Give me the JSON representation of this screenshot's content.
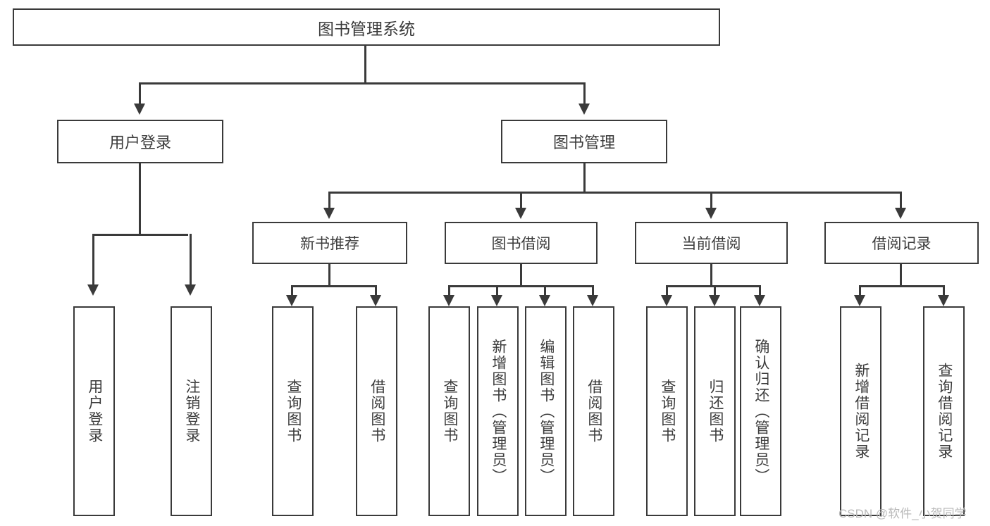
{
  "diagram": {
    "title_node": {
      "label": "图书管理系统"
    },
    "level2": [
      {
        "label": "用户登录"
      },
      {
        "label": "图书管理"
      }
    ],
    "level3": [
      {
        "label": "新书推荐"
      },
      {
        "label": "图书借阅"
      },
      {
        "label": "当前借阅"
      },
      {
        "label": "借阅记录"
      }
    ],
    "leaves": {
      "user_login": [
        {
          "label": "用户登录"
        },
        {
          "label": "注销登录"
        }
      ],
      "new_book_recommend": [
        {
          "label": "查询图书"
        },
        {
          "label": "借阅图书"
        }
      ],
      "book_borrow": [
        {
          "label": "查询图书"
        },
        {
          "label": "新增图书（管理员）"
        },
        {
          "label": "编辑图书（管理员）"
        },
        {
          "label": "借阅图书"
        }
      ],
      "current_borrow": [
        {
          "label": "查询图书"
        },
        {
          "label": "归还图书"
        },
        {
          "label": "确认归还（管理员）"
        }
      ],
      "borrow_record": [
        {
          "label": "新增借阅记录"
        },
        {
          "label": "查询借阅记录"
        }
      ]
    }
  },
  "watermark": {
    "text": "CSDN @软件_小贺同学"
  },
  "colors": {
    "stroke": "#3a3a3a",
    "text": "#3b3b3b",
    "background": "#ffffff",
    "watermark": "#b9b9b9"
  }
}
